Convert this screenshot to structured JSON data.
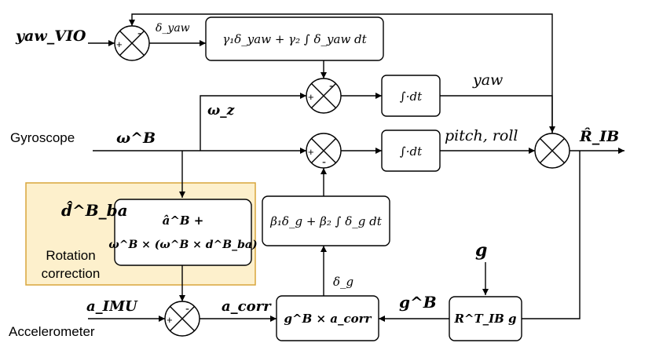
{
  "inputs": {
    "yaw_vio": "yaw_VIO",
    "gyroscope": "Gyroscope",
    "gyro_symbol": "ω^B",
    "accelerometer": "Accelerometer",
    "acc_symbol": "a_IMU",
    "d_ba_hat": "d̂^B_ba",
    "gravity": "g"
  },
  "signals": {
    "delta_yaw": "δ_yaw",
    "omega_z": "ω_z",
    "yaw": "yaw",
    "pitch_roll": "pitch, roll",
    "r_ib": "R̂_IB",
    "a_corr": "a_corr",
    "g_b": "g^B",
    "delta_g": "δ_g"
  },
  "blocks": {
    "yaw_pi": "γ₁δ_yaw + γ₂ ∫ δ_yaw dt",
    "yaw_integrator": "∫·dt",
    "rp_integrator": "∫·dt",
    "g_pi": "β₁δ_g + β₂ ∫ δ_g dt",
    "cross": "g^B × a_corr",
    "rotate_g": "R^T_IB g",
    "rotation_line1": "â^B +",
    "rotation_line2": "ω^B × (ω^B × d^B_ba)"
  },
  "region": {
    "label_line1": "Rotation",
    "label_line2": "correction",
    "fill": "#fdf0cc",
    "stroke": "#d8a53c"
  },
  "signs": {
    "plus": "+",
    "minus": "-"
  }
}
